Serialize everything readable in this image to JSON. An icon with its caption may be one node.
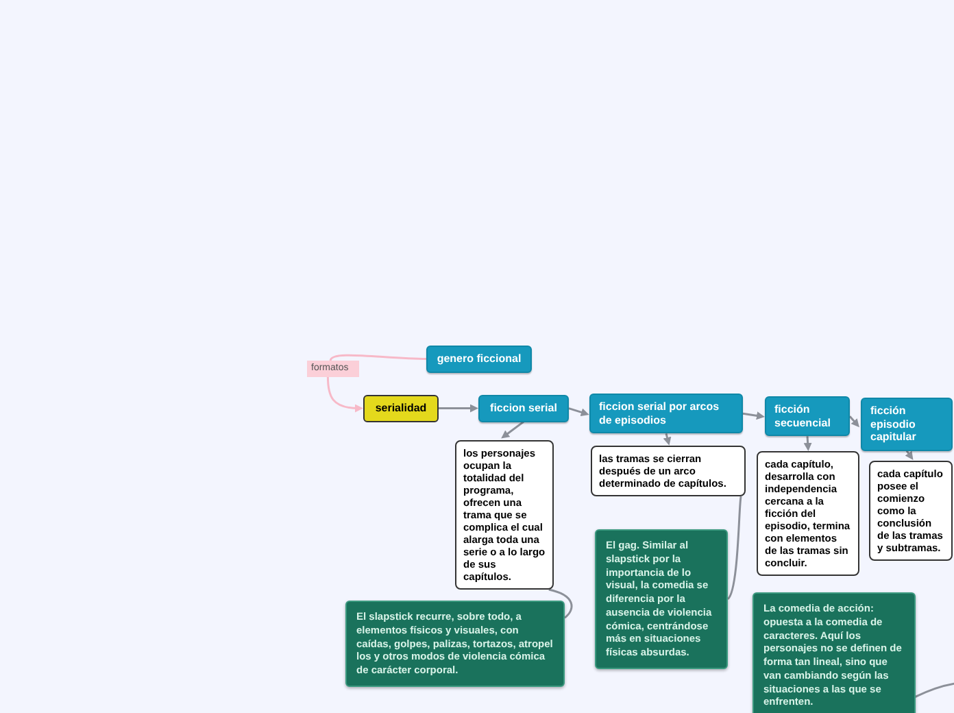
{
  "diagram": {
    "nodes": [
      {
        "text": [
          "formatos"
        ]
      },
      {
        "text": [
          "genero ficcional"
        ]
      },
      {
        "text": [
          "serialidad"
        ]
      },
      {
        "text": [
          "ficcion serial"
        ]
      },
      {
        "text": [
          "ficcion serial por arcos de episodios"
        ]
      },
      {
        "text": [
          "ficción secuencial"
        ]
      },
      {
        "text": [
          "ficción episodio capitular"
        ]
      },
      {
        "text": [
          "los personajes ocupan la totalidad del programa, ofrecen una trama que se complica el cual alarga toda una serie o a lo largo de sus capítulos."
        ]
      },
      {
        "text": [
          "las tramas se cierran después de un arco determinado de capítulos."
        ]
      },
      {
        "text": [
          "cada capítulo, desarrolla con independencia cercana a la ficción del episodio, termina con elementos de las tramas sin concluir."
        ]
      },
      {
        "text": [
          "cada capítulo posee el comienzo como la conclusión de las tramas y subtramas."
        ]
      },
      {
        "text": [
          "El slapstick recurre, sobre todo, a elementos físicos y visuales, con caídas, golpes, palizas, tortazos, atropel los y otros modos de violencia cómica de carácter corporal."
        ]
      },
      {
        "text": [
          "El gag. Similar al slapstick por la importancia de lo visual, la comedia se diferencia por la ausencia de violencia cómica, centrándose más en situaciones físicas absurdas."
        ]
      },
      {
        "text": [
          "La comedia de acción: opuesta a la comedia de caracteres. Aquí los personajes no se definen de forma tan lineal, sino que van cambiando según las situaciones a las que se enfrenten."
        ]
      }
    ],
    "edges": [
      {
        "from": 0,
        "to": 1,
        "arrow": "none",
        "color": "#f7b9c8"
      },
      {
        "from": 0,
        "to": 2,
        "arrow": "to",
        "color": "#f7b9c8"
      },
      {
        "from": 2,
        "to": 3,
        "arrow": "to"
      },
      {
        "from": 3,
        "to": 4,
        "arrow": "to"
      },
      {
        "from": 4,
        "to": 5,
        "arrow": "to"
      },
      {
        "from": 5,
        "to": 6,
        "arrow": "to"
      },
      {
        "from": 3,
        "to": 7,
        "arrow": "to"
      },
      {
        "from": 4,
        "to": 8,
        "arrow": "to"
      },
      {
        "from": 5,
        "to": 9,
        "arrow": "to"
      },
      {
        "from": 6,
        "to": 10,
        "arrow": "to"
      },
      {
        "from": 7,
        "to": 11,
        "arrow": "none"
      },
      {
        "from": 8,
        "to": 12,
        "arrow": "none"
      },
      {
        "from": null,
        "to": 13,
        "arrow": "to"
      }
    ]
  }
}
